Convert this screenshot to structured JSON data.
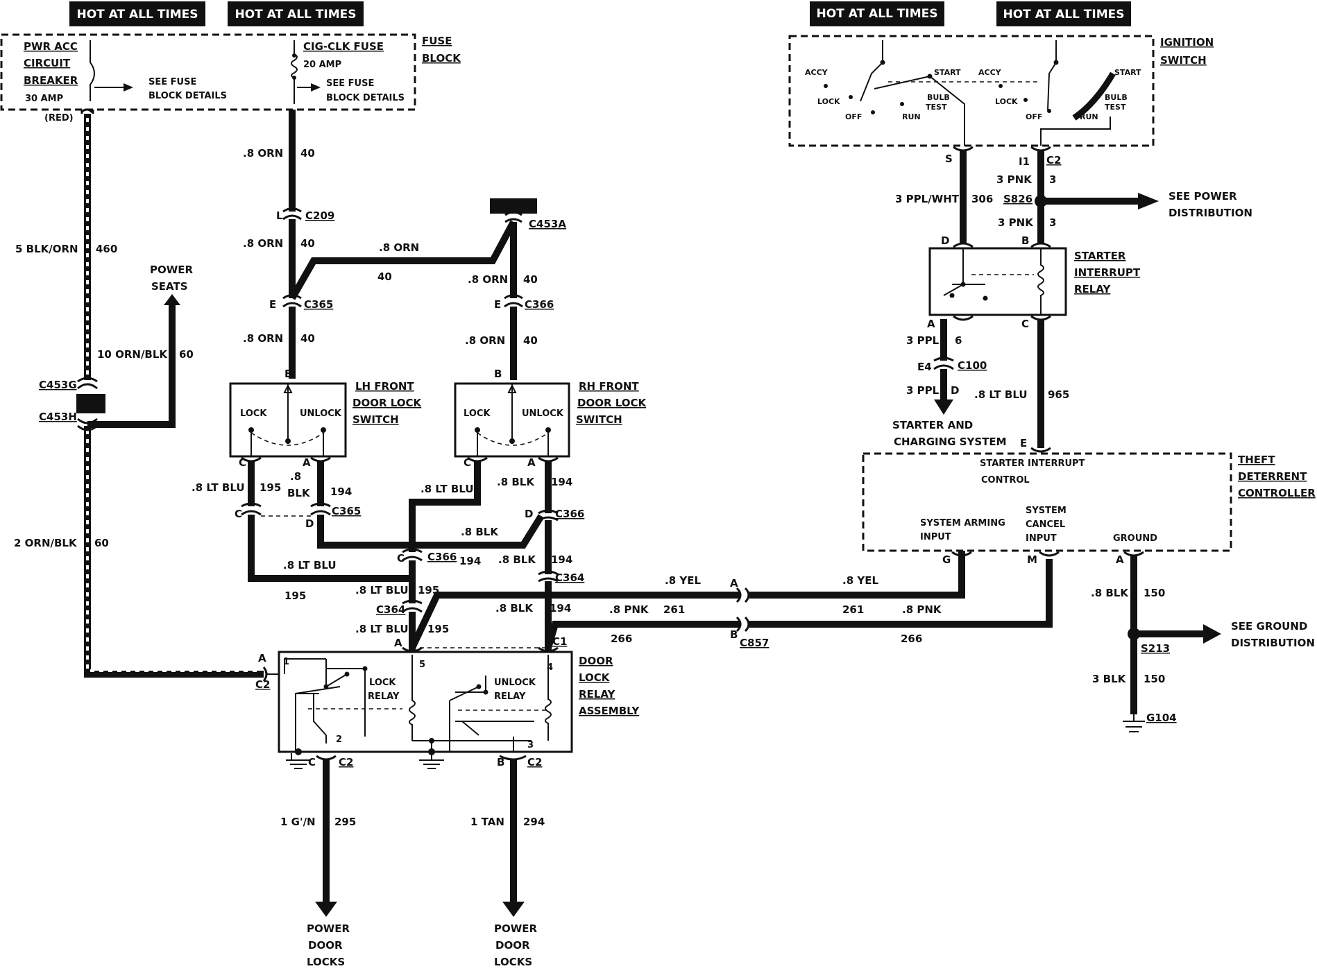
{
  "headers": {
    "h1": "HOT AT ALL TIMES",
    "h2": "HOT AT ALL TIMES",
    "h3": "HOT AT ALL TIMES",
    "h4": "HOT AT ALL TIMES"
  },
  "fuse_block": {
    "title1": "FUSE",
    "title2": "BLOCK",
    "pwr1": "PWR ACC",
    "pwr2": "CIRCUIT",
    "pwr3": "BREAKER",
    "pwr_amp": "30 AMP",
    "see1a": "SEE FUSE",
    "see1b": "BLOCK DETAILS",
    "cig": "CIG-CLK FUSE",
    "cig_amp": "20 AMP",
    "see2a": "SEE FUSE",
    "see2b": "BLOCK DETAILS",
    "red": "(RED)"
  },
  "ignition": {
    "title1": "IGNITION",
    "title2": "SWITCH",
    "accy": "ACCY",
    "lock": "LOCK",
    "off": "OFF",
    "run": "RUN",
    "start": "START",
    "bulb": "BULB",
    "test": "TEST",
    "s": "S",
    "i1": "I1",
    "c2": "C2"
  },
  "wires_left": {
    "w460": "5 BLK/ORN",
    "n460": "460",
    "w60a": "10 ORN/BLK",
    "n60a": "60",
    "w60b": "2 ORN/BLK",
    "n60b": "60",
    "ps1": "POWER",
    "ps2": "SEATS",
    "c453g": "C453G",
    "c453h": "C453H"
  },
  "wires_orn": {
    "a": ".8 ORN",
    "an": "40",
    "b": ".8 ORN",
    "bn": "40",
    "c": ".8 ORN",
    "cn": "40",
    "d": ".8 ORN",
    "dn": "40",
    "e": ".8 ORN",
    "en": "40",
    "f": ".8 ORN",
    "fn": "40",
    "c209": "C209",
    "l": "L",
    "c365": "C365",
    "e1": "E",
    "c366": "C366",
    "e2": "E",
    "c453a": "C453A"
  },
  "switches": {
    "lh1": "LH FRONT",
    "lh2": "DOOR LOCK",
    "lh3": "SWITCH",
    "rh1": "RH FRONT",
    "rh2": "DOOR LOCK",
    "rh3": "SWITCH",
    "lock": "LOCK",
    "unlock": "UNLOCK",
    "b": "B"
  },
  "mid": {
    "ltblu": ".8 LT BLU",
    "n195": "195",
    "blk8a": ".8",
    "blk8b": "BLK",
    "n194": "194",
    "c": "C",
    "a": "A",
    "d": "D",
    "c365": "C365",
    "c366": "C366",
    "c364": "C364",
    "c1": "C1",
    "blk": ".8 BLK"
  },
  "relay": {
    "t1": "DOOR",
    "t2": "LOCK",
    "t3": "RELAY",
    "t4": "ASSEMBLY",
    "lock1": "LOCK",
    "lock2": "RELAY",
    "unl1": "UNLOCK",
    "unl2": "RELAY",
    "a": "A",
    "c2": "C2",
    "p1": "1",
    "p2": "2",
    "p3": "3",
    "p4": "4",
    "p5": "5",
    "cc": "C",
    "bb": "B"
  },
  "outputs": {
    "g": "1 G'/N",
    "gn": "295",
    "tan": "1 TAN",
    "tn": "294",
    "pdl1": "POWER",
    "pdl2": "DOOR",
    "pdl3": "LOCKS"
  },
  "bus": {
    "yel": ".8 YEL",
    "n261": "261",
    "pnk": ".8 PNK",
    "n266": "266",
    "a": "A",
    "b": "B",
    "c857": "C857"
  },
  "starter": {
    "ppl": "3 PPL/WHT",
    "n306": "306",
    "pnk": "3 PNK",
    "n3": "3",
    "s826": "S826",
    "spd1": "SEE POWER",
    "spd2": "DISTRIBUTION",
    "t1": "STARTER",
    "t2": "INTERRUPT",
    "t3": "RELAY",
    "d": "D",
    "b": "B",
    "a": "A",
    "c": "C",
    "ppl3": "3 PPL",
    "n6": "6",
    "e4": "E4",
    "c100": "C100",
    "sc1": "STARTER AND",
    "sc2": "CHARGING SYSTEM",
    "ltblu": ".8 LT BLU",
    "n965": "965",
    "e": "E"
  },
  "tdc": {
    "t1": "THEFT",
    "t2": "DETERRENT",
    "t3": "CONTROLLER",
    "sic1": "STARTER INTERRUPT",
    "sic2": "CONTROL",
    "sa1": "SYSTEM ARMING",
    "sa2": "INPUT",
    "sc1": "SYSTEM",
    "sc2": "CANCEL",
    "sc3": "INPUT",
    "gnd": "GROUND",
    "g": "G",
    "m": "M",
    "a": "A"
  },
  "ground": {
    "blk8": ".8 BLK",
    "n150": "150",
    "blk3": "3 BLK",
    "s213": "S213",
    "sgd1": "SEE GROUND",
    "sgd2": "DISTRIBUTION",
    "g104": "G104"
  }
}
